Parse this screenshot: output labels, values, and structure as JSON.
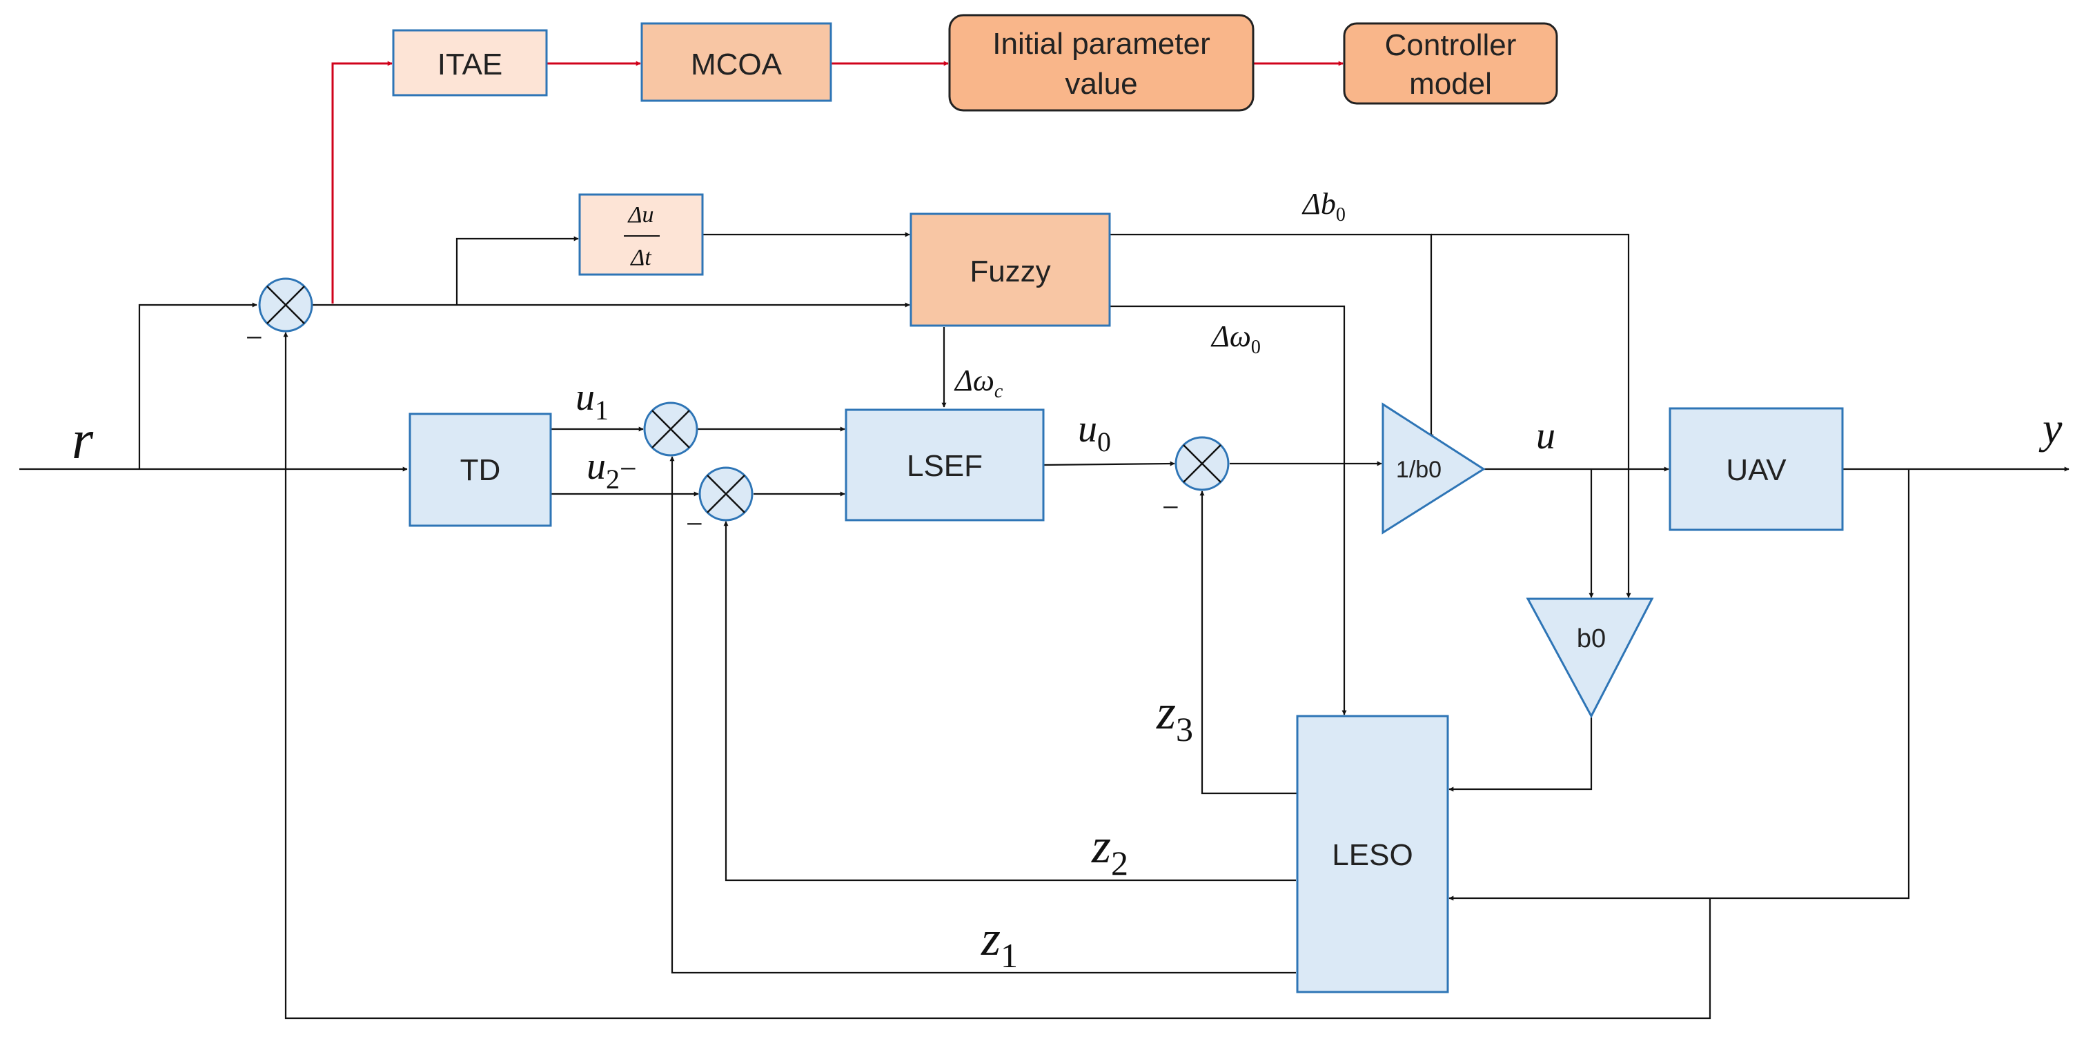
{
  "colors": {
    "blue_fill": "#dbe9f6",
    "blue_stroke": "#2e75b6",
    "peach_fill": "#fde4d6",
    "orange_fill": "#f9b68a",
    "orange_mid": "#f8c6a4",
    "red_arrow": "#d0021b",
    "line": "#111111"
  },
  "blocks": {
    "itae": "ITAE",
    "mcoa": "MCOA",
    "initial_param_line1": "Initial parameter",
    "initial_param_line2": "value",
    "controller_line1": "Controller",
    "controller_line2": "model",
    "derivative_num": "Δu",
    "derivative_den": "Δt",
    "fuzzy": "Fuzzy",
    "td": "TD",
    "lsef": "LSEF",
    "gain_inv": "1/b0",
    "uav": "UAV",
    "gain_b0": "b0",
    "leso": "LESO"
  },
  "signals": {
    "r": "r",
    "y": "y",
    "u": "u",
    "u0": {
      "base": "u",
      "sub": "0"
    },
    "u1": {
      "base": "u",
      "sub": "1"
    },
    "u2": {
      "base": "u",
      "sub": "2",
      "suffix": "−"
    },
    "z1": {
      "base": "z",
      "sub": "1"
    },
    "z2": {
      "base": "z",
      "sub": "2"
    },
    "z3": {
      "base": "z",
      "sub": "3"
    },
    "delta_b0": {
      "base": "Δb",
      "sub": "0"
    },
    "delta_w0": {
      "base": "Δω",
      "sub": "0"
    },
    "delta_wc": {
      "base": "Δω",
      "sub": "c"
    },
    "minus": "−"
  }
}
